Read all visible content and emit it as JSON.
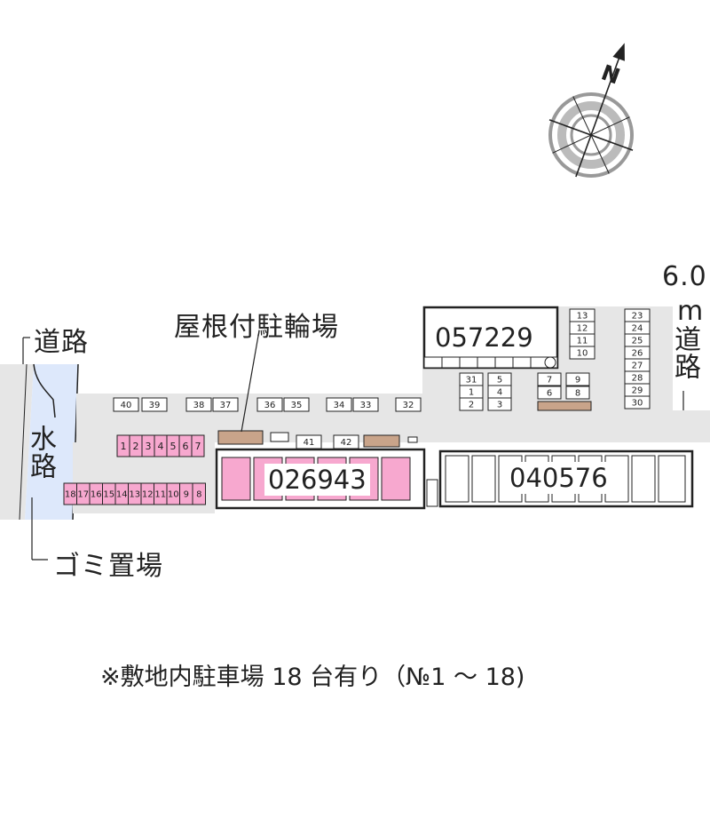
{
  "labels": {
    "road_left": "道路",
    "canal": "水路",
    "garbage": "ゴミ置場",
    "bicycle": "屋根付駐輪場",
    "road_width": "6.0",
    "road_unit": "m",
    "road_right": "道路"
  },
  "compass": {
    "north": "N"
  },
  "buildings": {
    "b1": "057229",
    "b2": "026943",
    "b3": "040576"
  },
  "note": "※敷地内駐車場 18 台有り（№1 〜 18)",
  "colors": {
    "resident_parking": "#f7a8cf",
    "road": "#e6e6e6",
    "canal": "#dde8fb",
    "slot": "#ffffff",
    "bike": "#c9a48a"
  },
  "parking": {
    "top_row": [
      "40",
      "39",
      "38",
      "37",
      "36",
      "35",
      "34",
      "33",
      "32"
    ],
    "middle_row": [
      "41",
      "42"
    ],
    "center_grid": [
      "31",
      "5",
      "1",
      "4",
      "2",
      "3",
      "7",
      "9",
      "6",
      "8"
    ],
    "right_column_a": [
      "13",
      "12",
      "11",
      "10"
    ],
    "right_column_b": [
      "23",
      "24",
      "25",
      "26",
      "27",
      "28",
      "29",
      "30"
    ],
    "pink_upper": [
      "1",
      "2",
      "3",
      "4",
      "5",
      "6",
      "7"
    ],
    "pink_lower": [
      "18",
      "17",
      "16",
      "15",
      "14",
      "13",
      "12",
      "11",
      "10",
      "9",
      "8"
    ]
  }
}
